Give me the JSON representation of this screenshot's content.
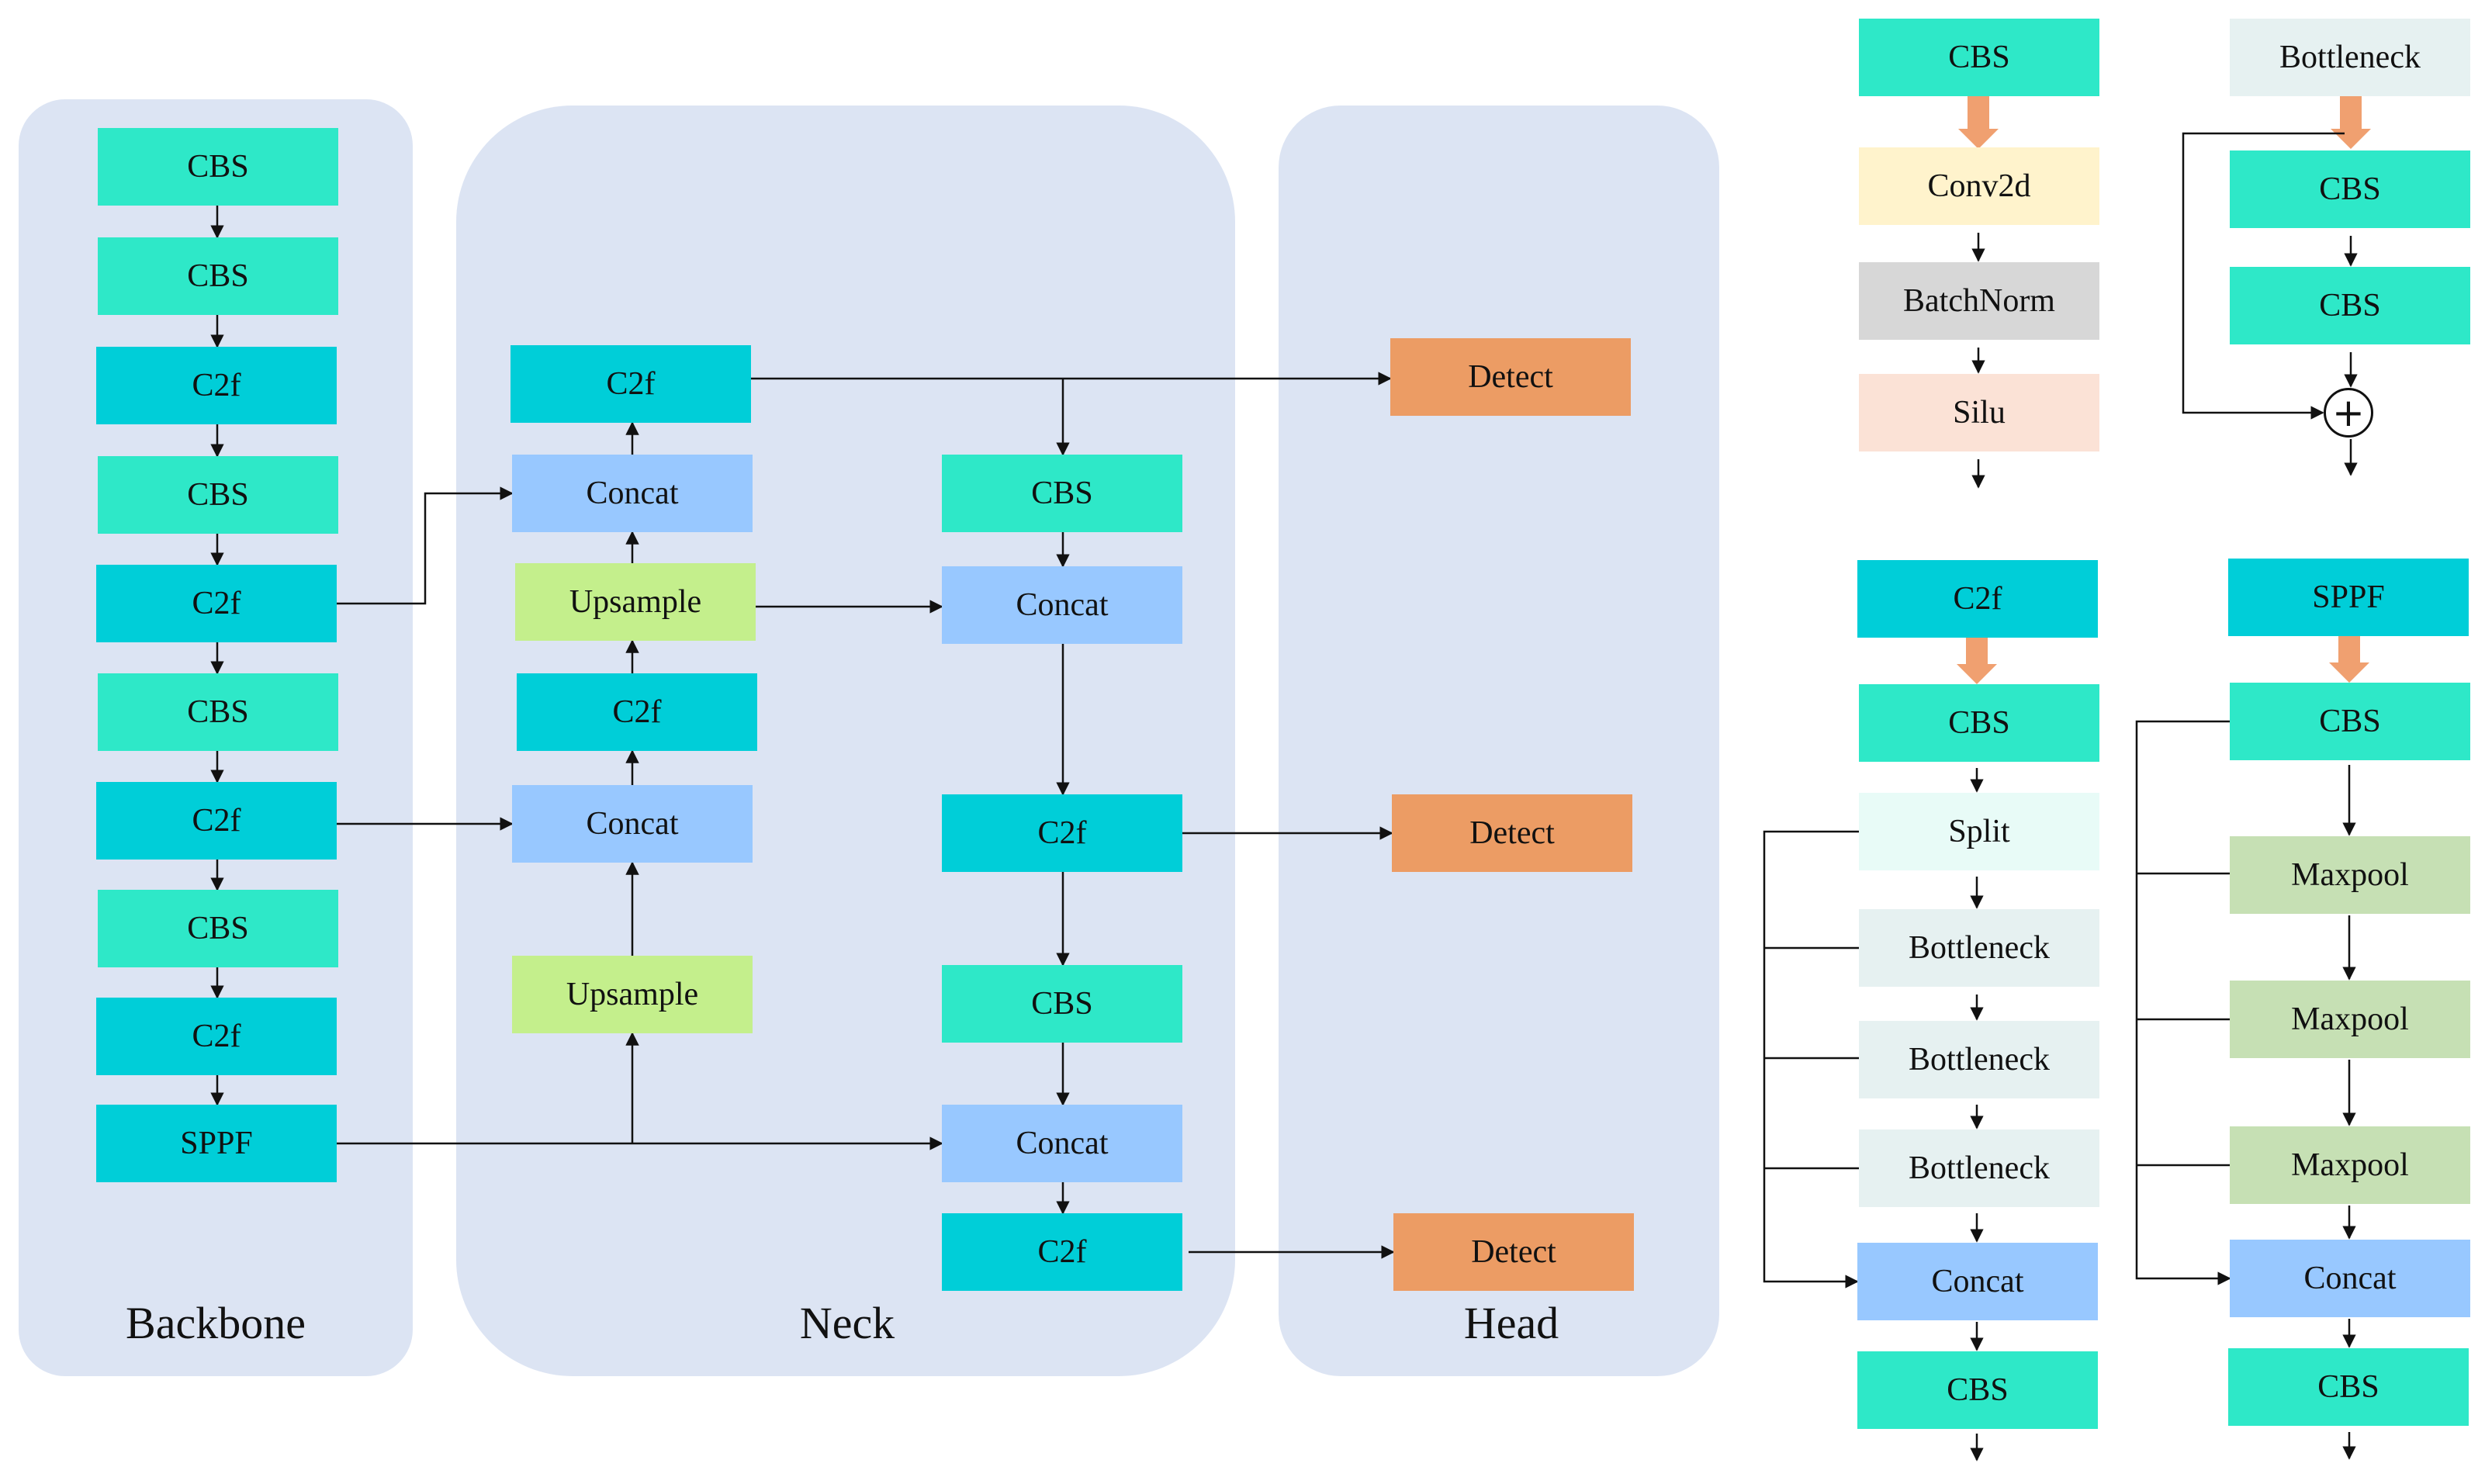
{
  "colors": {
    "panel": "#dce4f3",
    "cbs": "#2ee8c8",
    "c2f": "#00ced8",
    "concat": "#98c8ff",
    "upsample": "#c4ef8c",
    "detect": "#ec9c64",
    "conv2d": "#fff3cc",
    "batchnorm": "#d7d7d7",
    "silu": "#fbe2d6",
    "bottleneck": "#e6f1f1",
    "split": "#e8fbf7",
    "maxpool": "#c6e0b4",
    "expand_arrow": "#f0a070"
  },
  "panels": {
    "backbone": "Backbone",
    "neck": "Neck",
    "head": "Head"
  },
  "backbone": [
    "CBS",
    "CBS",
    "C2f",
    "CBS",
    "C2f",
    "CBS",
    "C2f",
    "CBS",
    "C2f",
    "SPPF"
  ],
  "neck": {
    "left": [
      "C2f",
      "Concat",
      "Upsample",
      "C2f",
      "Concat",
      "Upsample"
    ],
    "right": [
      "CBS",
      "Concat",
      "C2f",
      "CBS",
      "Concat",
      "C2f"
    ]
  },
  "head": [
    "Detect",
    "Detect",
    "Detect"
  ],
  "modules": {
    "cbs": [
      "CBS",
      "Conv2d",
      "BatchNorm",
      "Silu"
    ],
    "bottleneck": [
      "Bottleneck",
      "CBS",
      "CBS"
    ],
    "c2f": [
      "C2f",
      "CBS",
      "Split",
      "Bottleneck",
      "Bottleneck",
      "Bottleneck",
      "Concat",
      "CBS"
    ],
    "sppf": [
      "SPPF",
      "CBS",
      "Maxpool",
      "Maxpool",
      "Maxpool",
      "Concat",
      "CBS"
    ],
    "add_symbol": "+"
  }
}
